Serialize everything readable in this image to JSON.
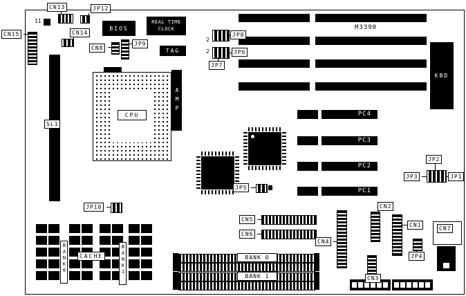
{
  "board": {
    "model": "M3390"
  },
  "labels": {
    "cn13": "CN13",
    "jp12": "JP12",
    "cn15": "CN15",
    "cn14": "CN14",
    "cn8": "CN8",
    "jp9": "JP9",
    "jp8": "JP8",
    "jp6": "JP6",
    "jp7": "JP7",
    "jp10": "JP10",
    "jp5": "JP5",
    "jp2": "JP2",
    "jp3": "JP3",
    "jp1": "JP1",
    "jp4": "JP4",
    "cn5": "CN5",
    "cn6": "CN6",
    "cn4": "CN4",
    "cn2": "CN2",
    "cn1": "CN1",
    "cn7": "CN7",
    "cn3": "CN3"
  },
  "chips": {
    "bios": "BIOS",
    "rtc": "REAL TIME CLOCK",
    "tag": "TAG",
    "cpu": "CPU",
    "amp": "AMP",
    "kbd": "KBD",
    "sl1": "SL1"
  },
  "slots": {
    "pc4": "PC4",
    "pc3": "PC3",
    "pc2": "PC2",
    "pc1": "PC1"
  },
  "memory": {
    "bank0": "BANK 0",
    "bank1": "BANK 1",
    "cache": "CACHE",
    "bank0_col": "BANK0",
    "bank1_col": "BANK1"
  },
  "annotations": {
    "pin11": "11",
    "jp8_pin2": "2",
    "jp6_pin2": "2"
  }
}
